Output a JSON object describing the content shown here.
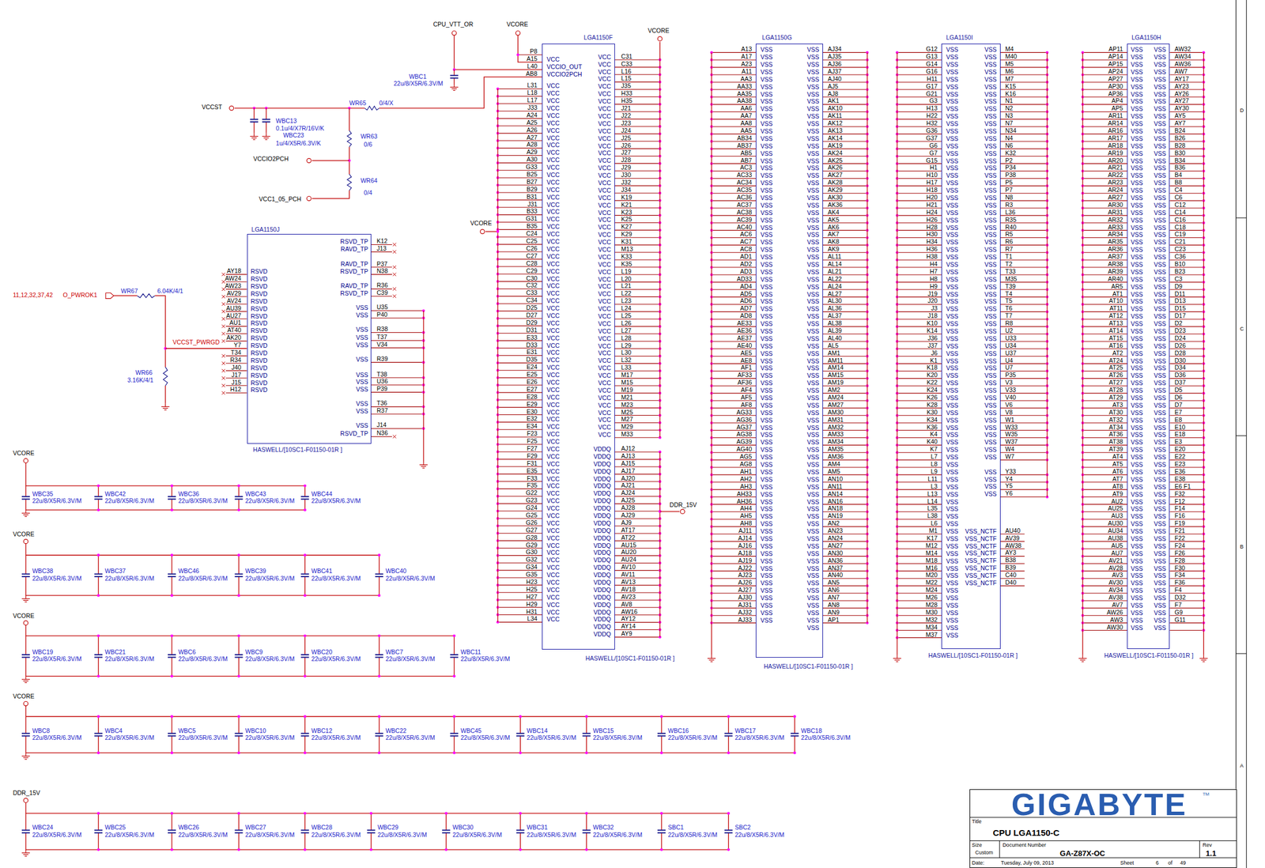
{
  "diagram": {
    "nodes": [
      {
        "text": [
          "LGA1150F",
          "VCC VCCIO_OUT VCCIO2PCH",
          "VCC VCC VCC VCC VCC VCC VCC VCC VCC VCC VCC VCC VCC VCC VCC VCC VCC VCC VCC VCC VCC VCC VCC VCC VCC VCC VCC VCC VCC VCC VCC VCC VCC VCC VCC VCC VCC VCC VCC VCC VCC VCC VCC VCC VCC VCC VCC VCC VCC VCC VCC VCC VCC VCC VCC VCC VCC VCC VCC VCC VCC VCC VCC VCC VCC VCC VCC VCC VCC VCC VCC VCC VCC",
          "VCC VCC VCC VCC VCC VCC VCC VCC VCC VCC VCC VCC VCC VCC VCC VCC VCC VCC VCC VCC VCC VCC VCC VCC VCC VCC VCC VCC VCC VCC VCC VCC VCC VCC VCC VCC VCC VCC VCC VCC VCC VCC VCC VCC VCC VCC VCC VCC VCC VCC VCC VCC",
          "VDDQ VDDQ VDDQ VDDQ VDDQ VDDQ VDDQ VDDQ VDDQ VDDQ VDDQ VDDQ VDDQ VDDQ VDDQ VDDQ VDDQ VDDQ VDDQ VDDQ VDDQ VDDQ VDDQ VDDQ VDDQ VDDQ",
          "HASWELL/[10SC1-F01150-01R ]"
        ]
      },
      {
        "text": [
          "LGA1150G",
          "VSS VSS VSS VSS VSS VSS VSS VSS VSS VSS VSS VSS VSS VSS VSS VSS VSS VSS VSS VSS VSS VSS VSS VSS VSS VSS VSS VSS VSS VSS VSS VSS VSS VSS VSS VSS VSS VSS VSS VSS VSS VSS VSS VSS VSS VSS VSS VSS VSS VSS VSS VSS VSS VSS VSS VSS VSS VSS VSS VSS VSS VSS VSS VSS VSS VSS VSS VSS VSS VSS VSS VSS VSS VSS VSS VSS VSS VSS",
          "VSS VSS VSS VSS VSS VSS VSS VSS VSS VSS VSS VSS VSS VSS VSS VSS VSS VSS VSS VSS VSS VSS VSS VSS VSS VSS VSS VSS VSS VSS VSS VSS VSS VSS VSS VSS VSS VSS VSS VSS VSS VSS VSS VSS VSS VSS VSS VSS VSS VSS VSS VSS VSS VSS VSS VSS VSS VSS VSS VSS VSS VSS VSS VSS VSS VSS VSS VSS VSS VSS VSS VSS VSS VSS VSS VSS VSS VSS VSS",
          "HASWELL/[10SC1-F01150-01R ]"
        ]
      },
      {
        "text": [
          "LGA1150I",
          "VSS VSS VSS VSS VSS VSS VSS VSS VSS VSS VSS VSS VSS VSS VSS VSS VSS VSS VSS VSS VSS VSS VSS VSS VSS VSS VSS VSS VSS VSS VSS VSS VSS VSS VSS VSS VSS VSS VSS VSS VSS VSS VSS VSS VSS VSS VSS VSS VSS VSS VSS VSS VSS VSS VSS VSS VSS VSS VSS VSS VSS VSS VSS VSS VSS VSS VSS VSS VSS VSS VSS VSS VSS VSS VSS VSS VSS VSS VSS VSS",
          "VSS VSS VSS VSS VSS VSS VSS VSS VSS VSS VSS VSS VSS VSS VSS VSS VSS VSS VSS VSS VSS VSS VSS VSS VSS VSS VSS VSS VSS VSS VSS VSS VSS VSS VSS VSS VSS VSS VSS VSS VSS VSS VSS VSS VSS VSS VSS VSS VSS VSS VSS VSS VSS VSS VSS VSS",
          "VSS VSS VSS VSS",
          "VSS_NCTF VSS_NCTF VSS_NCTF VSS_NCTF VSS_NCTF VSS_NCTF VSS_NCTF VSS_NCTF",
          "HASWELL/[10SC1-F01150-01R ]"
        ]
      },
      {
        "text": [
          "LGA1150H",
          "VSS VSS VSS VSS VSS VSS VSS VSS VSS VSS VSS VSS VSS VSS VSS VSS VSS VSS VSS VSS VSS VSS VSS VSS VSS VSS VSS VSS VSS VSS VSS VSS VSS VSS VSS VSS VSS VSS VSS VSS VSS VSS VSS VSS VSS VSS VSS VSS VSS VSS VSS VSS VSS VSS VSS VSS VSS VSS VSS VSS VSS VSS VSS VSS VSS VSS VSS VSS VSS VSS VSS VSS VSS VSS VSS VSS VSS VSS VSS",
          "VSS VSS VSS VSS VSS VSS VSS VSS VSS VSS VSS VSS VSS VSS VSS VSS VSS VSS VSS VSS VSS VSS VSS VSS VSS VSS VSS VSS VSS VSS VSS VSS VSS VSS VSS VSS VSS VSS VSS VSS VSS VSS VSS VSS VSS VSS VSS VSS VSS VSS VSS VSS VSS VSS VSS VSS VSS VSS VSS VSS VSS VSS VSS VSS VSS VSS VSS VSS VSS VSS VSS VSS VSS VSS VSS VSS VSS VSS VSS",
          "HASWELL/[10SC1-F01150-01R ]"
        ]
      },
      {
        "text": [
          "LGA1150J",
          "RSVD RSVD RSVD RSVD RSVD RSVD RSVD RSVD RSVD RSVD RSVD RSVD RSVD RSVD RSVD RSVD RSVD",
          "RSVD_TP",
          "RAVD_TP",
          "RAVD_TP",
          "RSVD_TP",
          "RAVD_TP",
          "RSVD_TP",
          "VSS",
          "VSS",
          "VSS",
          "VSS",
          "VSS",
          "VSS",
          "VSS",
          "VSS",
          "VSS",
          "VSS",
          "VSS",
          "VSS",
          "RSVD_TP",
          "HASWELL/[10SC1-F01150-01R ]"
        ]
      },
      {
        "text": [
          "GIGABYTE",
          "TM",
          "Title",
          "CPU LGA1150-C",
          "Size",
          "Custom",
          "Document Number",
          "GA-Z87X-OC",
          "Rev",
          "1.1",
          "Date:",
          "Tuesday, July 09, 2013",
          "Sheet",
          "6",
          "of",
          "49"
        ]
      }
    ],
    "labels": [
      "CPU_VTT_OR",
      "VCORE",
      "VCORE",
      "WBC1",
      "22u/8/X5R/6.3V/M",
      "VCCST",
      "WBC13",
      "0.1u/4/X7R/16V/K",
      "WBC23",
      "1u/4/X5R/6.3V/K",
      "WR65",
      "0/4/X",
      "WR63",
      "0/6",
      "VCCIO2PCH",
      "WR64",
      "0/4",
      "VCC1_05_PCH",
      "VCORE",
      "DDR_15V",
      "11,12,32,37,42",
      "O_PWROK1",
      "WR67",
      "6.04K/4/1",
      "VCCST_PWRGD",
      "WR66",
      "3.16K/4/1",
      "P8 A15 L40 AB8",
      "L31 L18 L17 J33 A24 A25 A26 A27 A28 A29 A30 G33 B25 B27 B29 B31 J31 B33 G31 B35 C24 C25 C26 C27 C28 C29 C30 C32 C33 C34 D25 D27 D29 D31 E33 D33 E31 D35 E24 E25 E26 E27 E28 E29 E30 E32 E34 F23 F25 F27 F29 F31 E35 F33 F35 G22 G23 G24 G25 G26 G27 G28 G29 G30 G32 G34 G35 H23 H25 H27 H29 H31 L34",
      "C31 C33 L16 L15 J35 H33 H35 J21 J22 J23 J24 J25 J26 J27 J28 J29 J30 J32 J34 K19 K21 K23 K25 K27 K29 K31 M13 K33 K35 L19 L20 L21 L22 L23 L24 L25 L26 L27 L28 L29 L30 L32 L33 M17 M15 M19 M21 M23 M25 M27 M29 M33",
      "AJ12 AJ13 AJ15 AJ17 AJ20 AJ21 AJ24 AJ25 AJ28 AJ29 AJ9 AT17 AT22 AU15 AU20 AU24 AV10 AV11 AV13 AV18 AV23 AV8 AW16 AY12 AY14 AY9",
      "A13 A17 A23 A11 AA3 AA33 AA35 AA38 AA6 AA7 AA8 AA5 AB34 AB37 AB5 AB7 AC3 AC33 AC34 AC35 AC36 AC37 AC38 AC39 AC40 AC6 AC7 AC8 AD1 AD2 AD3 AD33 AD4 AD5 AD6 AD7 AD8 AE33 AE36 AE37 AE40 AE5 AE8 AF1 AF33 AF36 AF4 AF5 AF8 AG33 AG36 AG37 AG38 AG39 AG40 AG5 AG8 AH1 AH2 AH3 AH33 AH36 AH4 AH5 AH8 AJ11 AJ14 AJ16 AJ18 AJ19 AJ22 AJ23 AJ26 AJ27 AJ30 AJ31 AJ32 AJ33",
      "AJ34 AJ35 AJ36 AJ37 AJ40 AJ5 AJ8 AK1 AK10 AK11 AK12 AK13 AK14 AK19 AK24 AK25 AK26 AK27 AK28 AK29 AK30 AK36 AK4 AK5 AK6 AK7 AK8 AK9 AL11 AL14 AL21 AL22 AL24 AL27 AL30 AL36 AL37 AL38 AL39 AL40 AL5 AM1 AM11 AM14 AM15 AM19 AM2 AM24 AM27 AM30 AM31 AM32 AM33 AM34 AM35 AM36 AM4 AM5 AN10 AN11 AN14 AN16 AN18 AN19 AN2 AN23 AN24 AN27 AN30 AN36 AN37 AN40 AN5 AN6 AN7 AN8 AN9 AP1",
      "G12 G13 G14 G16 H11 G17 G21 G3 H13 H22 H32 G36 G37 G6 G7 G15 H1 H10 H17 H18 H20 H21 H24 H26 H28 H30 H34 H36 H38 H4 H7 H8 H9 J19 J20 J3 J18 K10 K14 J36 J37 J6 K1 K18 K20 K22 K24 K26 K28 K30 K34 K36 K4 K40 K7 L7 L8 L9 L11 L3 L13 L14 L35 L38 L6 M1 K17 M12 M14 M18 M16 M20 M22 M24 M26 M28 M30 M32 M34 M37",
      "M4 M40 M5 M6 M7 K15 K16 N1 N2 N3 N7 N34 N4 N6 K32 P2 P34 P38 P5 P7 N8 R3 L36 R35 R40 R5 R6 R7 T1 T2 T33 M35 T39 T4 T5 T6 T7 R8 U2 U33 U34 U37 U4 U7 P35 V3 V33 V40 V6 V8 W1 W33 W35 W37 W4 W7",
      "Y33 Y4 Y5 Y6",
      "AU40 AV39 AW38 AY3 B38 B39 C40 D40",
      "AP11 AP14 AP15 AP24 AP27 AP30 AP36 AP4 AP5 AR11 AR14 AR16 AR17 AR18 AR19 AR20 AR21 AR22 AR23 AR24 AR27 AR30 AR31 AR32 AR33 AR34 AR35 AR36 AR37 AR38 AR39 AR40 AR5 AT1 AT10 AT11 AT12 AT13 AT14 AT15 AT16 AT2 AT24 AT25 AT26 AT27 AT28 AT29 AT3 AT30 AT32 AT34 AT36 AT38 AT39 AT4 AT5 AT6 AT7 AT8 AT9 AU2 AU25 AU3 AU30 AU34 AU38 AU5 AU7 AV21 AV28 AV3 AV30 AV34 AV38 AV7 AW26 AW3 AW30",
      "AW32 AW34 AW36 AW7 AY17 AY23 AY26 AY27 AY30 AY5 AY7 B24 B26 B28 B30 B34 B36 B4 B8 C4 C6 C12 C14 C16 C18 C19 C21 C23 C36 B10 B23 C3 D9 D11 D13 D15 D17 D2 D23 D24 D26 D28 D30 D34 D36 D37 D5 D6 D7 E7 E8 E10 E18 E3 E20 E22 E23 E36 E38 E6 F1 F32 F12 F14 F16 F19 F21 F22 F24 F26 F28 F30 F34 F36 F4 D32 F7 G9 G11",
      "AY18 AW24 AW23 AV29 AV24 AU39 AU27 AU1 AT40 AK20 Y7 T34 R34 J40 J17 J15 H12",
      "K12",
      "J13",
      "P37",
      "N38",
      "R36",
      "C39",
      "U35",
      "P40",
      "R38",
      "T37",
      "V34",
      "R39",
      "T38",
      "U36",
      "P39",
      "T36",
      "R37",
      "J14",
      "N36",
      "VCORE",
      "WBC35",
      "22u/8/X5R/6.3V/M",
      "WBC42",
      "22u/8/X5R/6.3V/M",
      "WBC36",
      "22u/8/X5R/6.3V/M",
      "WBC43",
      "22u/8/X5R/6.3V/M",
      "WBC44",
      "22u/8/X5R/6.3V/M",
      "VCORE",
      "WBC38",
      "22u/8/X5R/6.3V/M",
      "WBC37",
      "22u/8/X5R/6.3V/M",
      "WBC46",
      "22u/8/X5R/6.3V/M",
      "WBC39",
      "22u/8/X5R/6.3V/M",
      "WBC41",
      "22u/8/X5R/6.3V/M",
      "WBC40",
      "22u/8/X5R/6.3V/M",
      "VCORE",
      "WBC19",
      "22u/8/X5R/6.3V/M",
      "WBC21",
      "22u/8/X5R/6.3V/M",
      "WBC6",
      "22u/8/X5R/6.3V/M",
      "WBC9",
      "22u/8/X5R/6.3V/M",
      "WBC20",
      "22u/8/X5R/6.3V/M",
      "WBC7",
      "22u/8/X5R/6.3V/M",
      "WBC11",
      "22u/8/X5R/6.3V/M",
      "VCORE",
      "WBC8",
      "22u/8/X5R/6.3V/M",
      "WBC4",
      "22u/8/X5R/6.3V/M",
      "WBC5",
      "22u/8/X5R/6.3V/M",
      "WBC10",
      "22u/8/X5R/6.3V/M",
      "WBC12",
      "22u/8/X5R/6.3V/M",
      "WBC22",
      "22u/8/X5R/6.3V/M",
      "WBC45",
      "22u/8/X5R/6.3V/M",
      "WBC14",
      "22u/8/X5R/6.3V/M",
      "WBC15",
      "22u/8/X5R/6.3V/M",
      "WBC16",
      "22u/8/X5R/6.3V/M",
      "WBC17",
      "22u/8/X5R/6.3V/M",
      "WBC18",
      "22u/8/X5R/6.3V/M",
      "DDR_15V",
      "WBC24",
      "22u/8/X5R/6.3V/M",
      "WBC25",
      "22u/8/X5R/6.3V/M",
      "WBC26",
      "22u/8/X5R/6.3V/M",
      "WBC27",
      "22u/8/X5R/6.3V/M",
      "WBC28",
      "22u/8/X5R/6.3V/M",
      "WBC29",
      "22u/8/X5R/6.3V/M",
      "WBC30",
      "22u/8/X5R/6.3V/M",
      "WBC31",
      "22u/8/X5R/6.3V/M",
      "WBC32",
      "22u/8/X5R/6.3V/M",
      "SBC1",
      "22u/8/X5R/6.3V/M",
      "SBC2",
      "22u/8/X5R/6.3V/M",
      "D",
      "C",
      "B",
      "A"
    ]
  }
}
